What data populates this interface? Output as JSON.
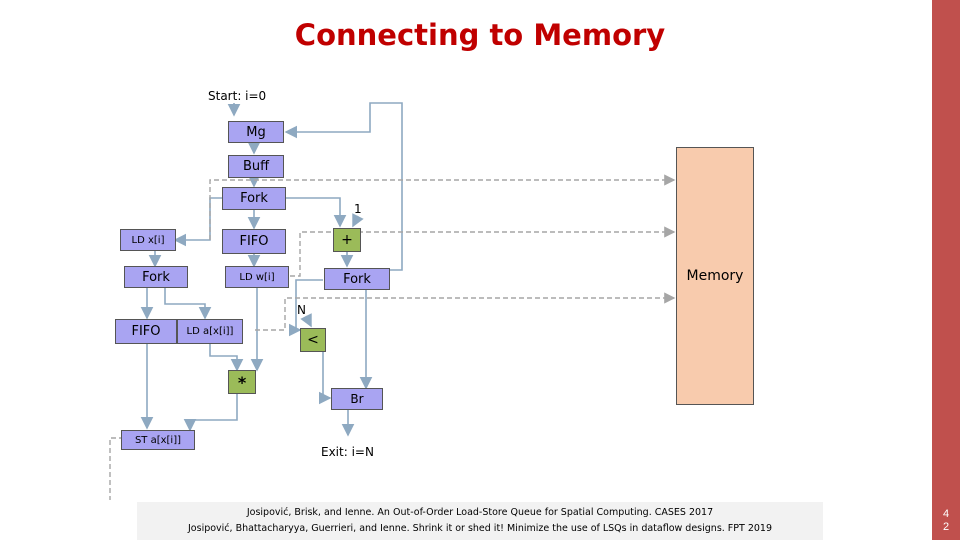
{
  "slide": {
    "title": "Connecting to Memory",
    "slide_number_line1": "4",
    "slide_number_line2": "2"
  },
  "diagram": {
    "start_label": "Start: i=0",
    "exit_label": "Exit: i=N",
    "const_one": "1",
    "const_n": "N",
    "nodes": {
      "mg": "Mg",
      "buff": "Buff",
      "fork_top": "Fork",
      "ld_x": "LD x[i]",
      "fifo_mid": "FIFO",
      "plus": "+",
      "fork_left": "Fork",
      "ld_w": "LD w[i]",
      "fork_right": "Fork",
      "memory": "Memory",
      "fifo_left": "FIFO",
      "ld_a": "LD a[x[i]]",
      "less_than": "<",
      "mul": "*",
      "br": "Br",
      "st_a": "ST a[x[i]]"
    }
  },
  "citations": {
    "line1": "Josipović, Brisk, and Ienne. An Out-of-Order Load-Store Queue for Spatial Computing. CASES 2017",
    "line2": "Josipović, Bhattacharyya, Guerrieri, and Ienne. Shrink it or shed it! Minimize the use of LSQs in dataflow designs. FPT 2019"
  },
  "colors": {
    "title": "#c00000",
    "accent_bar": "#c0504d",
    "node_purple": "#a9a4f2",
    "node_green": "#9bbb59",
    "memory_fill": "#f8cbad",
    "arrow": "#8ea9c1",
    "dashed_link": "#a6a6a6"
  }
}
